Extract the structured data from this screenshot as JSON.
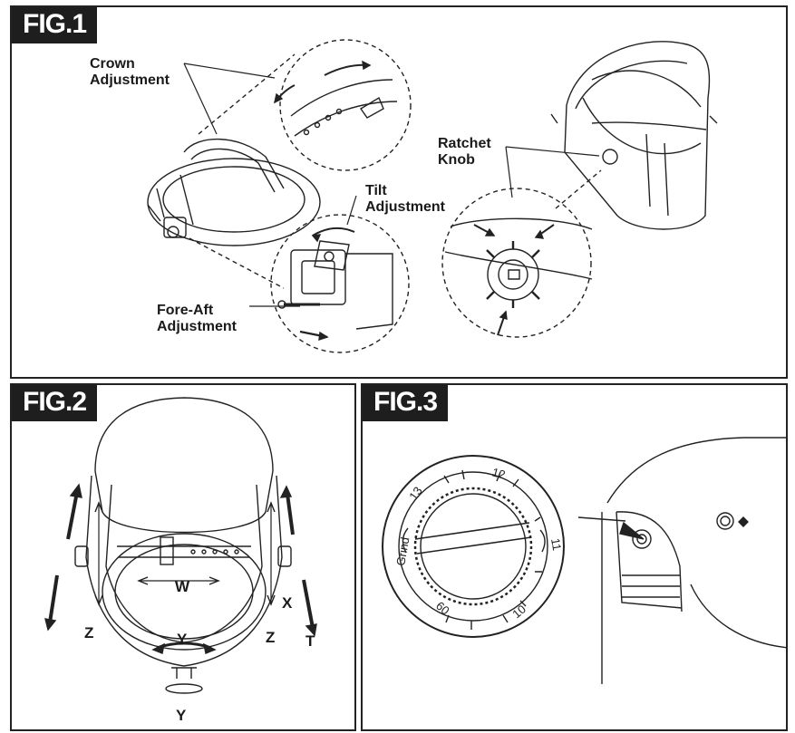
{
  "fig1": {
    "tag": "FIG.1",
    "crown": "Crown\nAdjustment",
    "tilt": "Tilt\nAdjustment",
    "ratchet": "Ratchet\nKnob",
    "foreaft": "Fore-Aft\nAdjustment"
  },
  "fig2": {
    "tag": "FIG.2",
    "w": "W",
    "y_inner": "Y",
    "x": "X",
    "z_left": "Z",
    "z_right": "Z",
    "t": "T",
    "y_bottom": "Y"
  },
  "fig3": {
    "tag": "FIG.3",
    "dial_labels": [
      "13",
      "12",
      "11",
      "10",
      "60",
      "Grind"
    ]
  }
}
